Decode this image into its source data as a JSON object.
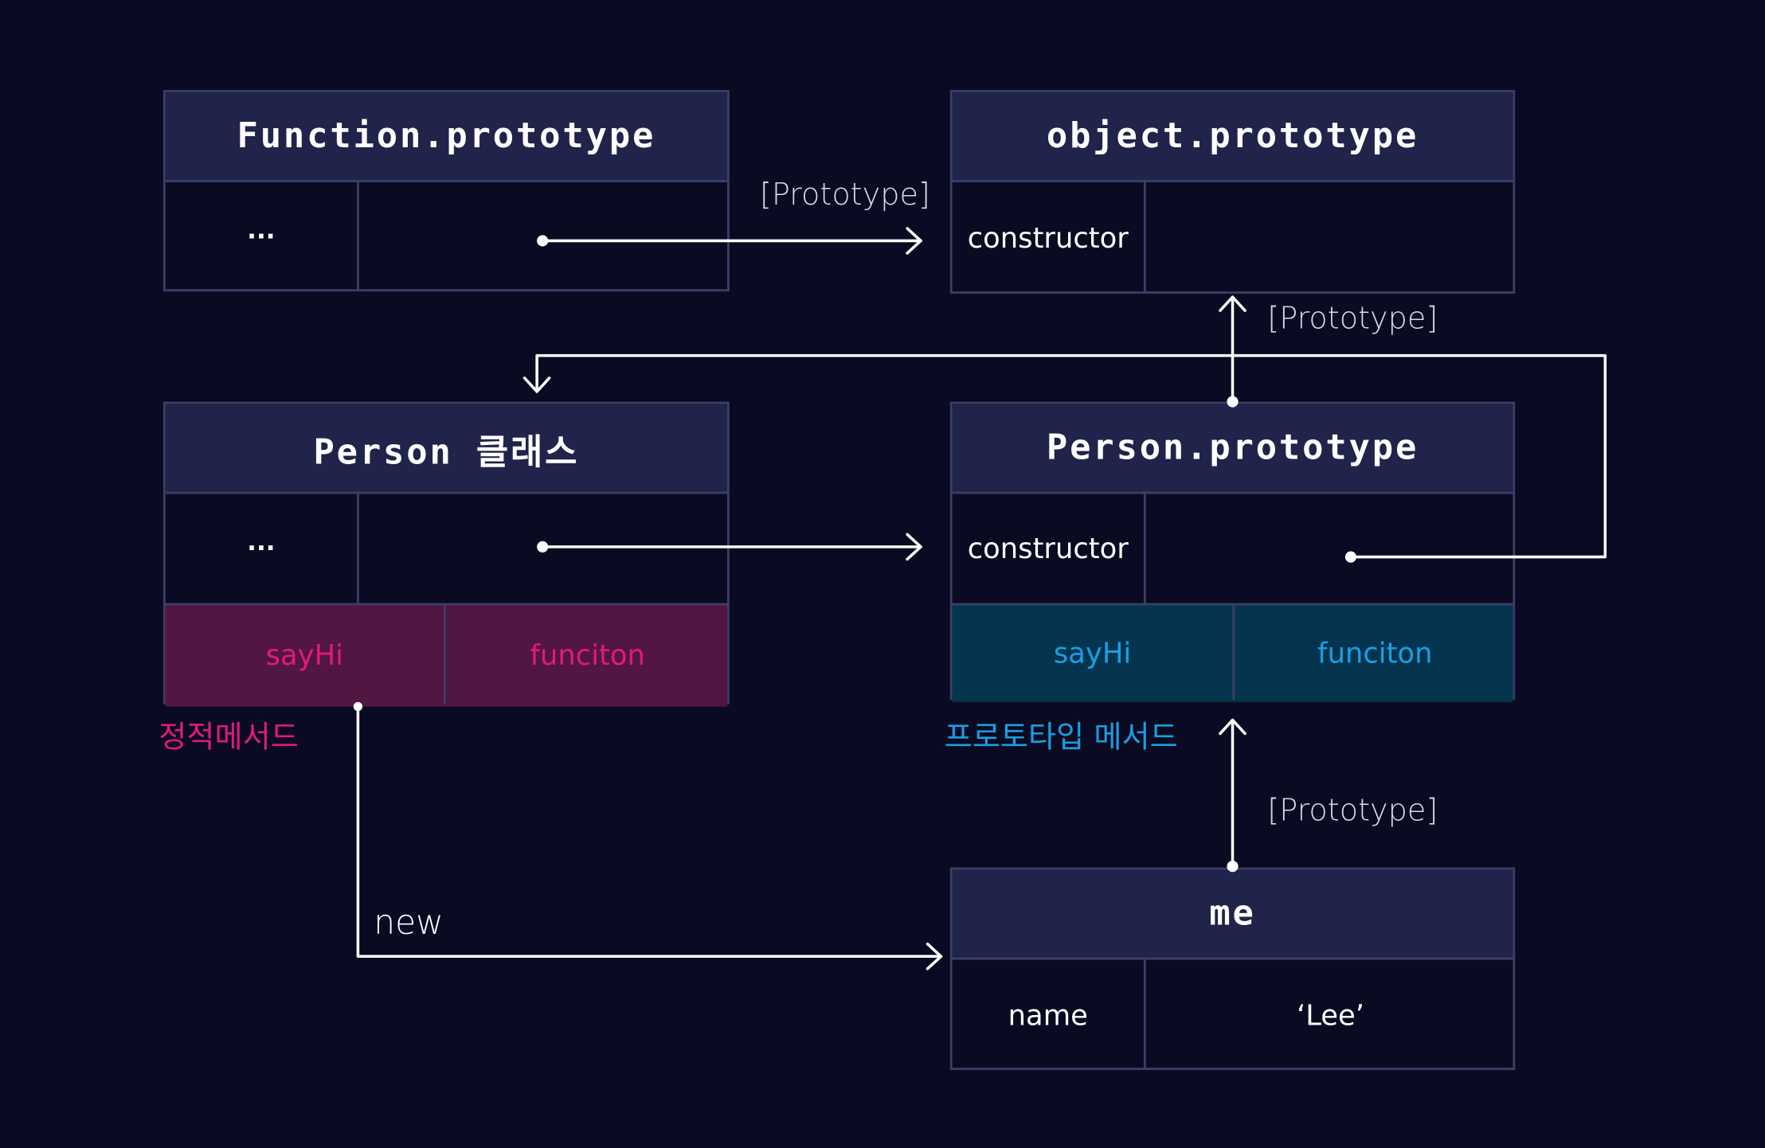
{
  "colors": {
    "background": "#0a0b22",
    "header": "#20244a",
    "border": "#3a3f66",
    "static_bg": "#521642",
    "static_text": "#e2187e",
    "proto_bg": "#05344f",
    "proto_text": "#1a9fe3"
  },
  "boxes": {
    "function_prototype": {
      "title": "Function.prototype",
      "key": "...",
      "value": ""
    },
    "object_prototype": {
      "title": "object.prototype",
      "key": "constructor",
      "value": ""
    },
    "person_class": {
      "title": "Person 클래스",
      "key": "...",
      "value": "",
      "method_name": "sayHi",
      "method_value": "funciton"
    },
    "person_prototype": {
      "title": "Person.prototype",
      "key": "constructor",
      "value": "",
      "method_name": "sayHi",
      "method_value": "funciton"
    },
    "me": {
      "title": "me",
      "key": "name",
      "value": "‘Lee’"
    }
  },
  "labels": {
    "prototype_top": "[Prototype]",
    "prototype_right": "[Prototype]",
    "prototype_bottom": "[Prototype]",
    "static_methods": "정적메서드",
    "prototype_methods": "프로토타입 메서드",
    "new": "new"
  },
  "icons": {
    "arrowhead": "chevron-arrow-icon",
    "connector_dot": "dot-icon"
  }
}
